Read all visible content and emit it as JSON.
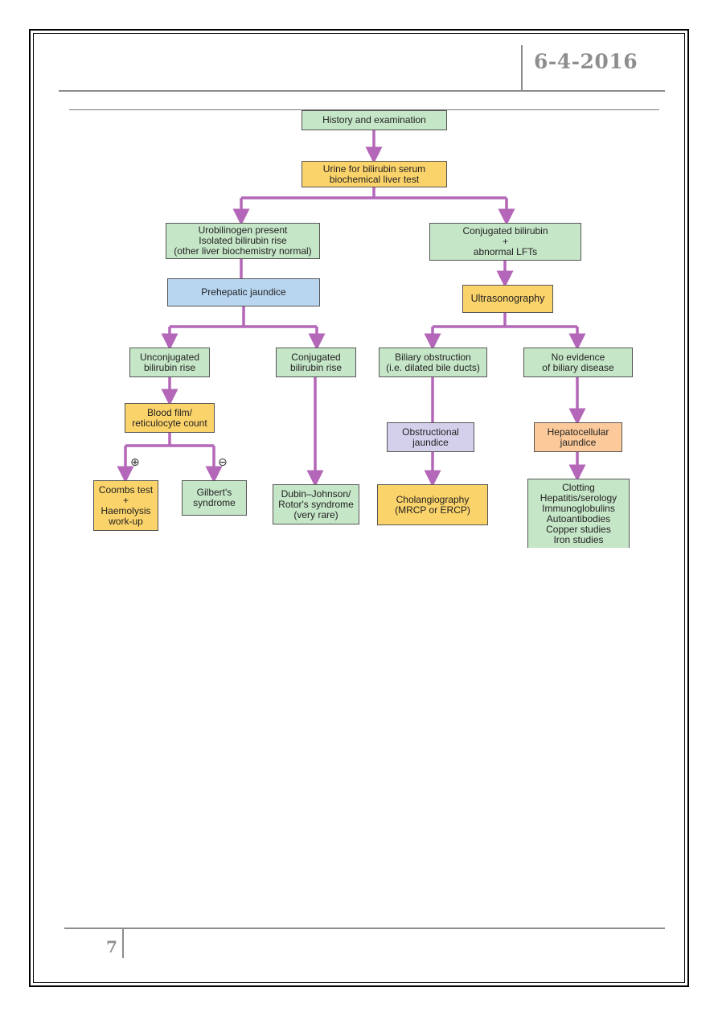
{
  "header": {
    "date": "6-4-2016"
  },
  "footer": {
    "page_number": "7"
  },
  "flowchart": {
    "history": "History and examination",
    "urine_test": "Urine for bilirubin serum\nbiochemical liver test",
    "urobilinogen": "Urobilinogen present\nIsolated bilirubin rise\n(other liver biochemistry normal)",
    "conjugated_abnormal": "Conjugated bilirubin\n+\nabnormal LFTs",
    "prehepatic": "Prehepatic jaundice",
    "ultrasonography": "Ultrasonography",
    "unconjugated_rise": "Unconjugated\nbilirubin rise",
    "conjugated_rise": "Conjugated\nbilirubin rise",
    "biliary_obstruction": "Biliary obstruction\n(i.e. dilated bile ducts)",
    "no_biliary": "No evidence\nof biliary disease",
    "blood_film": "Blood film/\nreticulocyte count",
    "obstructional": "Obstructional\njaundice",
    "hepatocellular": "Hepatocellular\njaundice",
    "coombs": "Coombs test\n+\nHaemolysis\nwork-up",
    "gilbert": "Gilbert's\nsyndrome",
    "dubin": "Dubin–Johnson/\nRotor's syndrome\n(very rare)",
    "cholangiography": "Cholangiography\n(MRCP or ERCP)",
    "hepatocellular_tests": "Clotting\nHepatitis/serology\nImmunoglobulins\nAutoantibodies\nCopper studies\nIron studies",
    "positive_sign": "⊕",
    "negative_sign": "⊖"
  },
  "colors": {
    "arrow": "#b467b8",
    "green": "#c6e6c8",
    "yellow": "#fbd36b",
    "blue": "#b9d6f1",
    "purple": "#d4d0ec",
    "orange": "#fbc99a"
  }
}
